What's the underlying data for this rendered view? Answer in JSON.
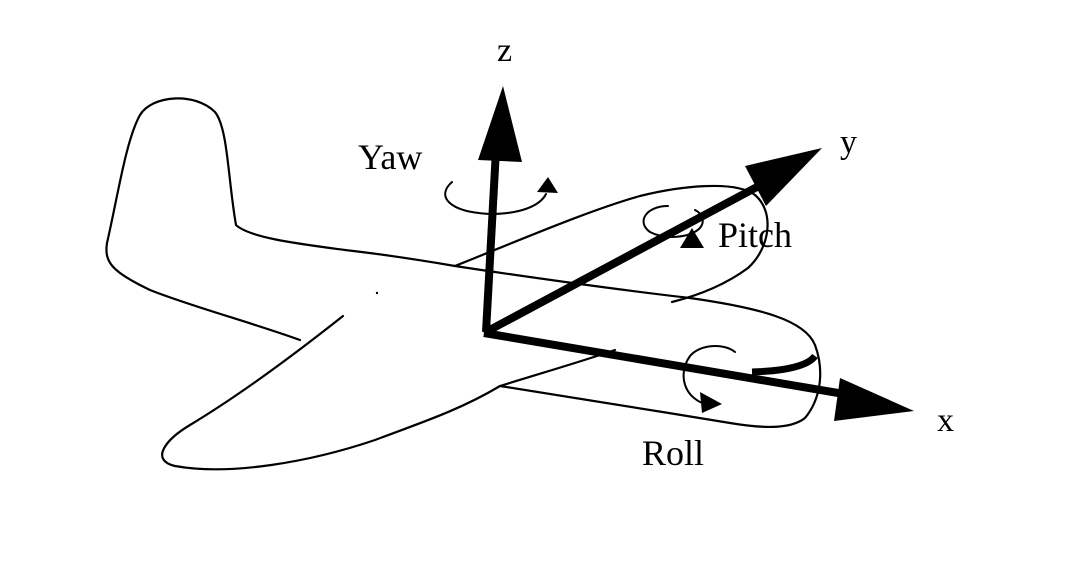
{
  "axes": {
    "x": "x",
    "y": "y",
    "z": "z"
  },
  "rotations": {
    "yaw": "Yaw",
    "pitch": "Pitch",
    "roll": "Roll"
  },
  "colors": {
    "ink": "#000000",
    "background": "#ffffff"
  }
}
